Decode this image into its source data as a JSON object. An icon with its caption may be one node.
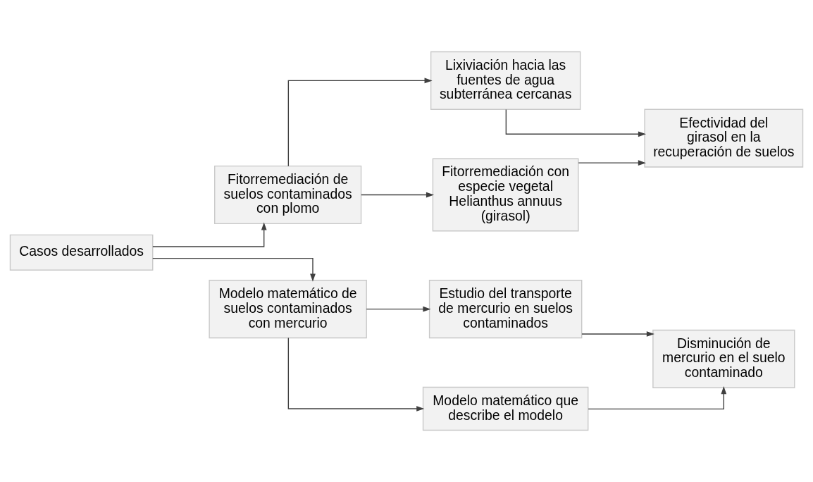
{
  "diagram": {
    "nodes": [
      {
        "text": [
          "Casos desarrollados"
        ]
      },
      {
        "text": [
          "Fitorremediación de suelos contaminados con plomo"
        ]
      },
      {
        "text": [
          "Lixiviación hacia las fuentes de agua subterránea cercanas"
        ]
      },
      {
        "text": [
          "Fitorremediación con especie vegetal Helianthus annuus (girasol)"
        ]
      },
      {
        "text": [
          "Efectividad del girasol en la recuperación de suelos"
        ]
      },
      {
        "text": [
          "Modelo matemático de suelos contaminados con mercurio"
        ]
      },
      {
        "text": [
          "Estudio del transporte de mercurio en suelos contaminados"
        ]
      },
      {
        "text": [
          "Modelo matemático que describe el modelo"
        ]
      },
      {
        "text": [
          "Disminución de mercurio en el suelo contaminado"
        ]
      }
    ],
    "edges": [
      {
        "from": 0,
        "to": 1,
        "arrow": "to"
      },
      {
        "from": 0,
        "to": 5,
        "arrow": "to"
      },
      {
        "from": 1,
        "to": 2,
        "arrow": "to"
      },
      {
        "from": 1,
        "to": 3,
        "arrow": "to"
      },
      {
        "from": 2,
        "to": 4,
        "arrow": "to"
      },
      {
        "from": 3,
        "to": 4,
        "arrow": "to"
      },
      {
        "from": 5,
        "to": 6,
        "arrow": "to"
      },
      {
        "from": 5,
        "to": 7,
        "arrow": "to"
      },
      {
        "from": 6,
        "to": 8,
        "arrow": "to"
      },
      {
        "from": 7,
        "to": 8,
        "arrow": "to"
      }
    ]
  }
}
